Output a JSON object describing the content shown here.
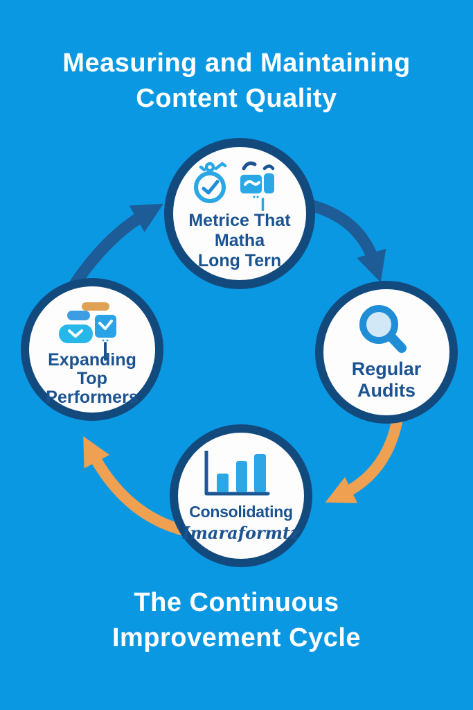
{
  "header": {
    "line1": "Measuring and Maintaining",
    "line2": "Content Quality"
  },
  "footer": {
    "line1": "The Continuous",
    "line2": "Improvement Cycle"
  },
  "nodes": {
    "top": {
      "lines": [
        "Metrice That",
        "Matha",
        "Long Tern"
      ],
      "icons": [
        "stopwatch-icon",
        "video-camera-icon"
      ]
    },
    "right": {
      "lines": [
        "Regular",
        "Audits"
      ],
      "icons": [
        "magnifier-icon"
      ]
    },
    "bottom": {
      "title": "Consolidating",
      "subtitle": "Imaraformtz",
      "icons": [
        "bar-chart-icon"
      ]
    },
    "left": {
      "lines": [
        "Expanding",
        "Top",
        "Performers"
      ],
      "icons": [
        "blocks-icon"
      ]
    }
  },
  "colors": {
    "background": "#0b98e2",
    "circle_fill": "#fdfdfd",
    "circle_border": "#134a7e",
    "node_text": "#1b5391",
    "title_text": "#ffffff",
    "arrow_navy": "#1d5c96",
    "arrow_orange": "#f0a051",
    "icon_light_blue": "#2aa7e4",
    "icon_cyan": "#27b7e8",
    "icon_tan": "#dfa153",
    "icon_mid_blue": "#3e9de2",
    "magnifier_blue": "#1f8ed6",
    "magnifier_lens": "#d3e8f6"
  }
}
